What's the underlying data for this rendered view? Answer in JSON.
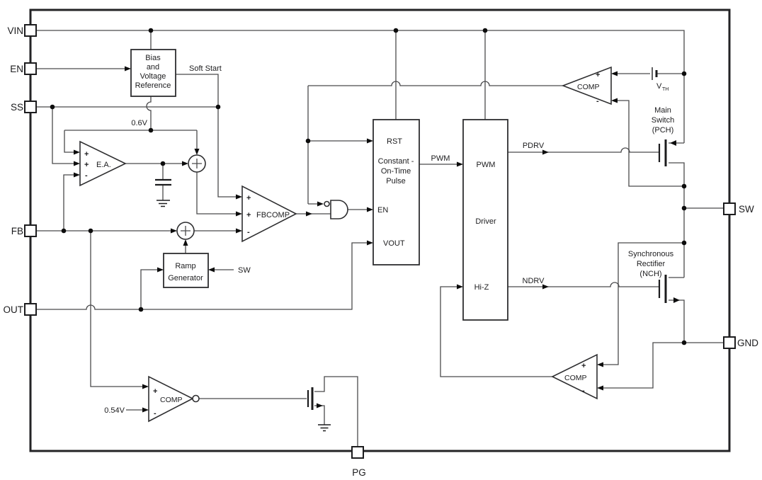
{
  "pins": {
    "vin": "VIN",
    "en": "EN",
    "ss": "SS",
    "fb": "FB",
    "out": "OUT",
    "sw": "SW",
    "gnd": "GND",
    "pg": "PG"
  },
  "blocks": {
    "bias": {
      "line1": "Bias",
      "line2": "and",
      "line3": "Voltage",
      "line4": "Reference"
    },
    "ramp": {
      "line1": "Ramp",
      "line2": "Generator"
    },
    "cot": {
      "rst": "RST",
      "line1": "Constant -",
      "line2": "On-Time",
      "line3": "Pulse",
      "en": "EN",
      "vout": "VOUT"
    },
    "driver": {
      "pwm": "PWM",
      "driver": "Driver",
      "hiz": "Hi-Z"
    }
  },
  "amps": {
    "ea": "E.A.",
    "fbcomp": "FBCOMP",
    "comp_hs": "COMP",
    "comp_ls": "COMP",
    "comp_pg": "COMP"
  },
  "glyphs": {
    "plus": "+",
    "minus": "-"
  },
  "labels": {
    "soft_start": "Soft Start",
    "vref": "0.6V",
    "pwm_wire": "PWM",
    "pdrv": "PDRV",
    "ndrv": "NDRV",
    "ramp_sw": "SW",
    "pg_threshold": "0.54V",
    "vth_base": "V",
    "vth_sub": "TH",
    "main_switch_1": "Main",
    "main_switch_2": "Switch",
    "main_switch_3": "(PCH)",
    "sync_rect_1": "Synchronous",
    "sync_rect_2": "Rectifier",
    "sync_rect_3": "(NCH)"
  },
  "colors": {
    "wire": "#4a4a4c",
    "ink": "#1c1c1e",
    "background": "#ffffff"
  }
}
